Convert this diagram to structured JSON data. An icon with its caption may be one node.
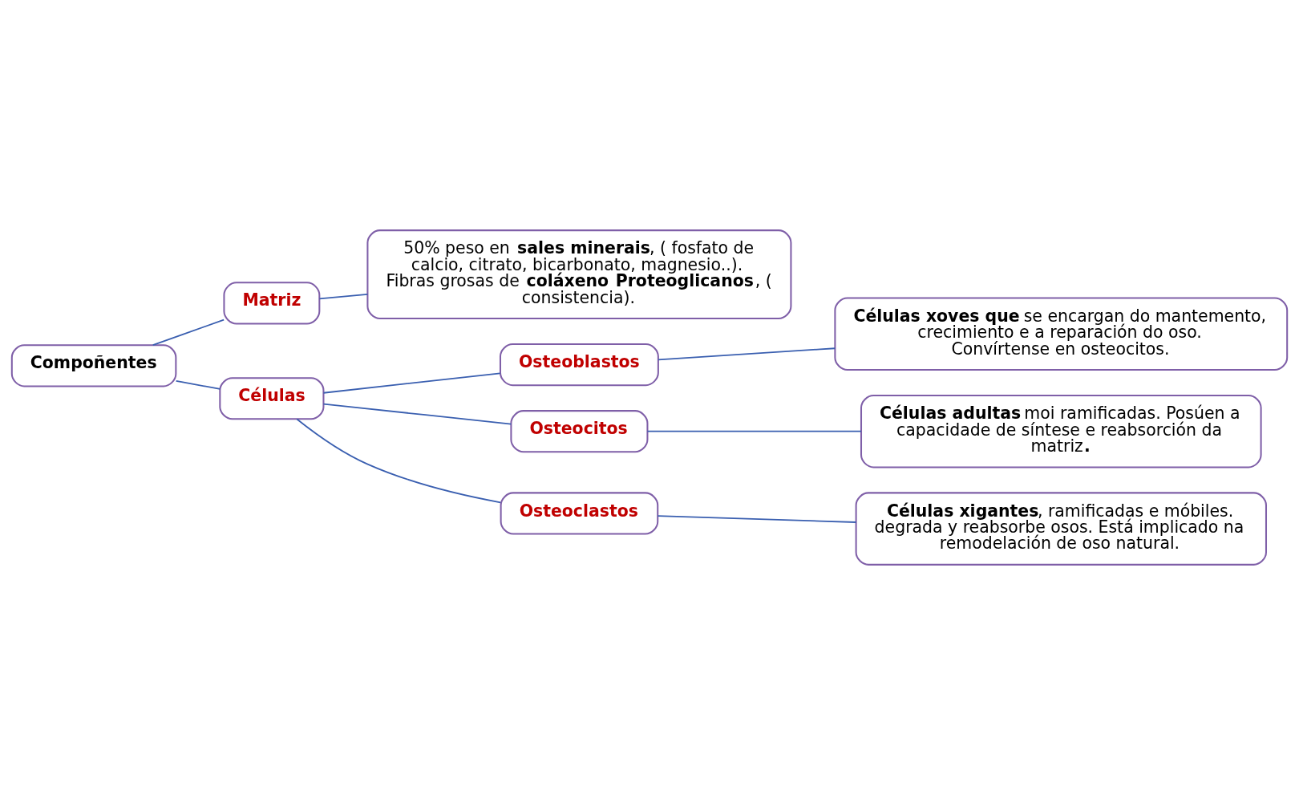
{
  "diagram": {
    "nodes": [
      {
        "text": [
          "Compoñentes"
        ]
      },
      {
        "text": [
          "Matriz"
        ]
      },
      {
        "text": [
          "50% peso en **sales minerais**, ( fosfato de calcio, citrato, bicarbonato, magnesio..). Fibras grosas de **coláxeno** **Proteoglicanos**, ( consistencia)."
        ]
      },
      {
        "text": [
          "Células"
        ]
      },
      {
        "text": [
          "Osteoblastos"
        ]
      },
      {
        "text": [
          "**Células xoves que** se encargan do mantemento,  crecimiento e a reparación do oso. Convírtense en osteocitos."
        ]
      },
      {
        "text": [
          "Osteocitos"
        ]
      },
      {
        "text": [
          "**Células adultas** moi ramificadas. Posúen a capacidade de síntese e reabsorción da matriz**.**"
        ]
      },
      {
        "text": [
          "Osteoclastos"
        ]
      },
      {
        "text": [
          "**Células xigantes**, ramificadas e móbiles. degrada y reabsorbe osos. Está implicado na remodelación de oso natural."
        ]
      }
    ],
    "edges": [
      {
        "from": 0,
        "to": 1,
        "arrow": "none"
      },
      {
        "from": 0,
        "to": 3,
        "arrow": "none"
      },
      {
        "from": 1,
        "to": 2,
        "arrow": "none"
      },
      {
        "from": 3,
        "to": 4,
        "arrow": "none"
      },
      {
        "from": 3,
        "to": 6,
        "arrow": "none"
      },
      {
        "from": 3,
        "to": 8,
        "arrow": "none"
      },
      {
        "from": 4,
        "to": 5,
        "arrow": "none"
      },
      {
        "from": 6,
        "to": 7,
        "arrow": "none"
      },
      {
        "from": 8,
        "to": 9,
        "arrow": "none"
      }
    ]
  }
}
